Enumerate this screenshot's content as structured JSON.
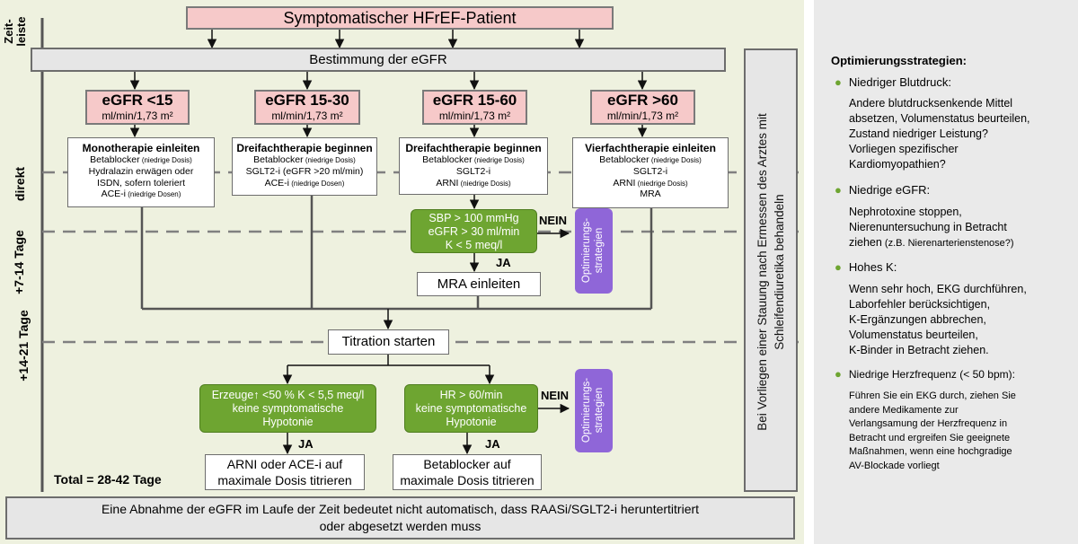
{
  "timeline": {
    "axis_label": "Zeit-\nleiste",
    "direkt": "direkt",
    "phase2": "+7-14 Tage",
    "phase3": "+14-21 Tage"
  },
  "top_box": "Symptomatischer HFrEF-Patient",
  "egfr_box": "Bestimmung der eGFR",
  "vertical_right": "Bei Vorliegen einer Stauung nach Ermessen des Arztes mit\nSchleifendiuretika behandeln",
  "columns": [
    {
      "title": "eGFR <15",
      "unit": "ml/min/1,73 m²"
    },
    {
      "title": "eGFR 15-30",
      "unit": "ml/min/1,73 m²"
    },
    {
      "title": "eGFR 15-60",
      "unit": "ml/min/1,73 m²"
    },
    {
      "title": "eGFR >60",
      "unit": "ml/min/1,73 m²"
    }
  ],
  "therapies": [
    {
      "title": "Monotherapie einleiten",
      "l1": "Betablocker",
      "l1s": " (niedrige Dosis)",
      "l2": "Hydralazin erwägen  oder",
      "l3": "ISDN, sofern toleriert",
      "l4": "ACE-i",
      "l4s": " (niedrige Dosen)"
    },
    {
      "title": "Dreifachtherapie beginnen",
      "l1": "Betablocker",
      "l1s": " (niedrige Dosis)",
      "l2": "SGLT2-i (eGFR >20 ml/min)",
      "l3": "ACE-i",
      "l3s": " (niedrige Dosen)"
    },
    {
      "title": "Dreifachtherapie beginnen",
      "l1": "Betablocker",
      "l1s": " (niedrige Dosis)",
      "l2": "SGLT2-i",
      "l3": "ARNI",
      "l3s": " (niedrige Dosis)"
    },
    {
      "title": "Vierfachtherapie einleiten",
      "l1": "Betablocker",
      "l1s": " (niedrige Dosis)",
      "l2": "SGLT2-i",
      "l3": "ARNI",
      "l3s": " (niedrige Dosis)",
      "l4": "MRA"
    }
  ],
  "green1": {
    "l1": "SBP > 100 mmHg",
    "l2": "eGFR > 30 ml/min",
    "l3": "K < 5 meq/l"
  },
  "nein": "NEIN",
  "ja": "JA",
  "opt_label": "Optimierungs-\nstrategien",
  "mra_box": "MRA einleiten",
  "titration_box": "Titration starten",
  "green2": {
    "arrow": "↑",
    "l1a": "Erzeuge",
    "l1b": " <50 % K < 5,5 meq/l",
    "l2": "keine symptomatische",
    "l3": "Hypotonie"
  },
  "green3": {
    "l1": "HR > 60/min",
    "l2": "keine symptomatische",
    "l3": "Hypotonie"
  },
  "box_arni": {
    "l1": "ARNI oder ACE-i auf",
    "l2": "maximale Dosis titrieren"
  },
  "box_beta": {
    "l1": "Betablocker auf",
    "l2": "maximale Dosis titrieren"
  },
  "total": "Total = 28-42 Tage",
  "bottom_box": {
    "l1": "Eine Abnahme der eGFR im Laufe der Zeit bedeutet nicht automatisch, dass RAASi/SGLT2-i heruntertitriert",
    "l2": "oder abgesetzt werden muss"
  },
  "sidebar": {
    "title": "Optimierungsstrategien:",
    "items": [
      {
        "heading": "Niedriger Blutdruck:",
        "lines": [
          "Andere blutdrucksenkende Mittel",
          "absetzen, Volumenstatus beurteilen,",
          "Zustand niedriger Leistung?",
          "Vorliegen spezifischer",
          "Kardiomyopathien?"
        ]
      },
      {
        "heading": "Niedrige eGFR:",
        "lines": [
          "Nephrotoxine stoppen,",
          "Nierenuntersuchung in Betracht",
          "ziehen"
        ],
        "note": " (z.B. Nierenarterienstenose?)"
      },
      {
        "heading": "Hohes K:",
        "lines": [
          "Wenn sehr hoch, EKG durchführen,",
          "Laborfehler berücksichtigen,",
          "K-Ergänzungen abbrechen,",
          "Volumenstatus beurteilen,",
          "K-Binder in Betracht ziehen."
        ]
      },
      {
        "heading": "Niedrige Herzfrequenz (< 50 bpm):",
        "lines": [
          "Führen Sie ein EKG durch, ziehen Sie",
          "andere Medikamente zur",
          "Verlangsamung der Herzfrequenz in",
          "Betracht und ergreifen Sie geeignete",
          "Maßnahmen, wenn eine hochgradige",
          "AV-Blockade vorliegt"
        ]
      }
    ]
  },
  "colors": {
    "panel": "#eef1df",
    "green": "#6ea531",
    "purple": "#8f66d8",
    "pink": "#f6c9c9",
    "line": "#555555"
  }
}
